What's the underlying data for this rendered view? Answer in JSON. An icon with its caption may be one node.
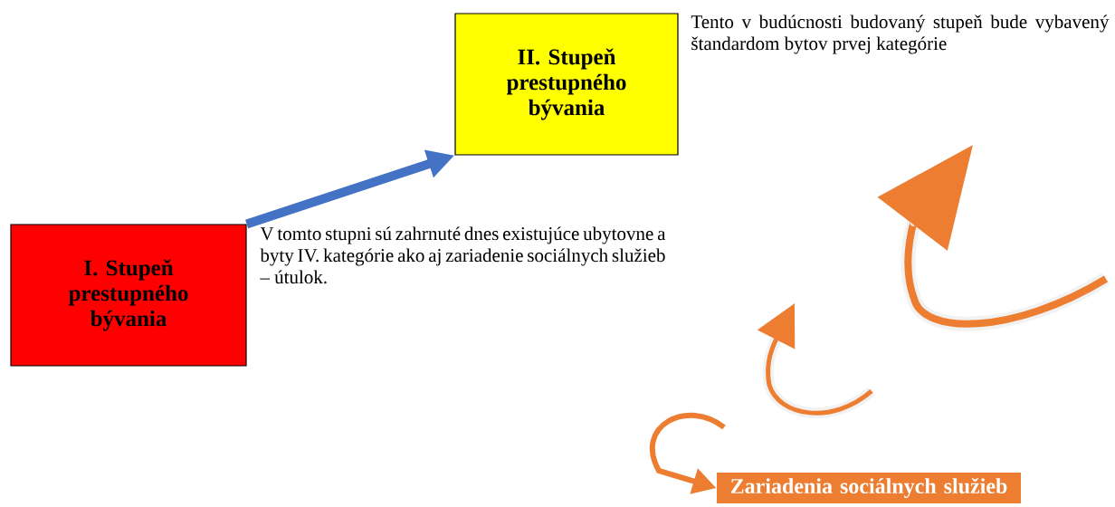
{
  "diagram": {
    "nodes": [
      {
        "text": [
          "I. Stupeň prestupného bývania"
        ],
        "beside": [
          "V tomto stupni sú zahrnuté dnes existujúce ubytovne a byty IV. kategórie ako aj zariadenie sociálnych služieb – útulok."
        ]
      },
      {
        "text": [
          "II. Stupeň prestupného bývania"
        ],
        "beside": [
          "Tento v budúcnosti budovaný stupeň bude vybavený štandardom bytov prvej kategórie"
        ]
      },
      {
        "text": [
          "Zariadenia sociálnych služieb"
        ]
      }
    ],
    "edges": [
      {
        "from": 0,
        "to": 1,
        "arrow": "to",
        "color": "#4472c4"
      },
      {
        "from": null,
        "to": 2,
        "arrow": "to",
        "color": "#ed7d31"
      }
    ]
  }
}
